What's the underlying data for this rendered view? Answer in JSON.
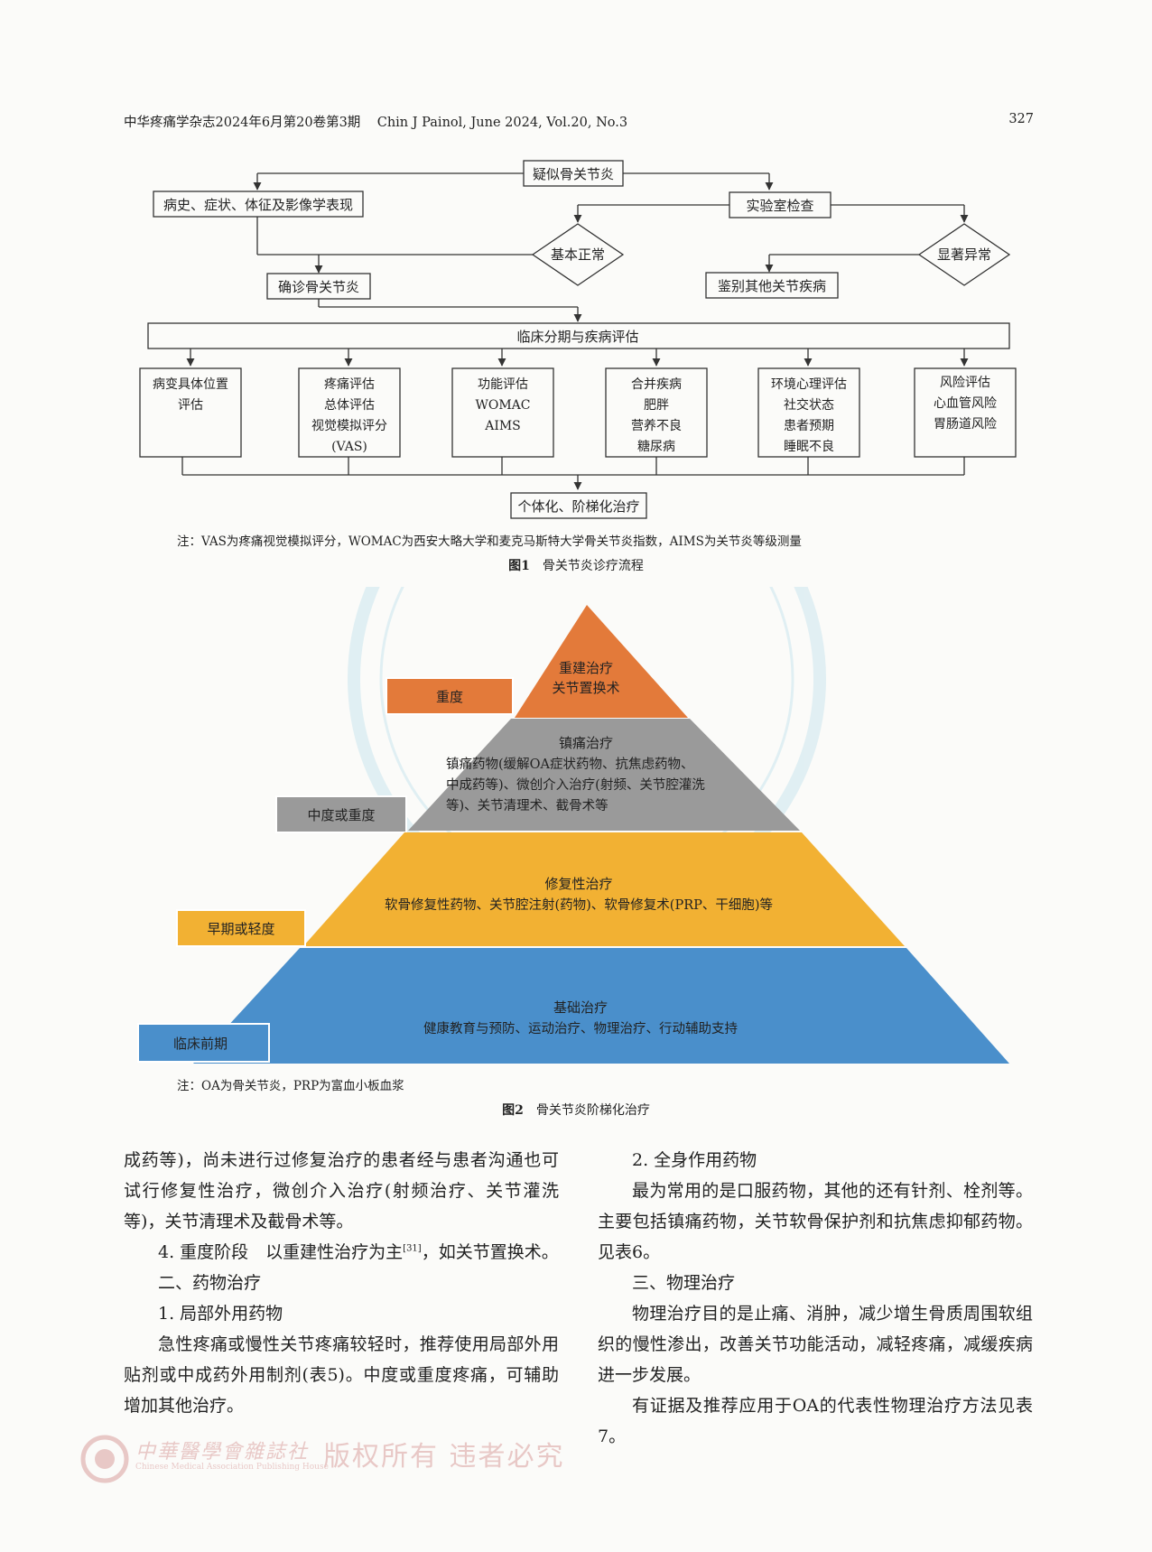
{
  "header": {
    "left": "中华疼痛学杂志2024年6月第20卷第3期    Chin J Painol, June 2024, Vol.20, No.3",
    "page_number": "327"
  },
  "figure1": {
    "start": "疑似骨关节炎",
    "history": "病史、症状、体征及影像学表现",
    "lab": "实验室检查",
    "normal": "基本正常",
    "abnormal": "显著异常",
    "confirm": "确诊骨关节炎",
    "differential": "鉴别其他关节疾病",
    "staging": "临床分期与疾病评估",
    "boxes": [
      {
        "lines": [
          "病变具体位置",
          "评估"
        ]
      },
      {
        "lines": [
          "疼痛评估",
          "总体评估",
          "视觉模拟评分",
          "(VAS)"
        ]
      },
      {
        "lines": [
          "功能评估",
          "WOMAC",
          "AIMS"
        ]
      },
      {
        "lines": [
          "合并疾病",
          "肥胖",
          "营养不良",
          "糖尿病"
        ]
      },
      {
        "lines": [
          "环境心理评估",
          "社交状态",
          "患者预期",
          "睡眠不良"
        ]
      },
      {
        "lines": [
          "风险评估",
          "心血管风险",
          "胃肠道风险"
        ]
      }
    ],
    "treatment": "个体化、阶梯化治疗",
    "note": "注：VAS为疼痛视觉模拟评分，WOMAC为西安大略大学和麦克马斯特大学骨关节炎指数，AIMS为关节炎等级测量",
    "caption_label": "图1",
    "caption_text": "骨关节炎诊疗流程"
  },
  "figure2": {
    "colors": {
      "orange": "#e37a3a",
      "gray": "#9a9a9a",
      "yellow": "#f2b133",
      "blue": "#4a8fcb"
    },
    "tiers": [
      {
        "stage": "重度",
        "title": "重建治疗",
        "lines": [
          "关节置换术"
        ]
      },
      {
        "stage": "中度或重度",
        "title": "镇痛治疗",
        "lines": [
          "镇痛药物(缓解OA症状药物、抗焦虑药物、",
          "中成药等)、微创介入治疗(射频、关节腔灌洗",
          "等)、关节清理术、截骨术等"
        ]
      },
      {
        "stage": "早期或轻度",
        "title": "修复性治疗",
        "lines": [
          "软骨修复性药物、关节腔注射(药物)、软骨修复术(PRP、干细胞)等"
        ]
      },
      {
        "stage": "临床前期",
        "title": "基础治疗",
        "lines": [
          "健康教育与预防、运动治疗、物理治疗、行动辅助支持"
        ]
      }
    ],
    "note": "注：OA为骨关节炎，PRP为富血小板血浆",
    "caption_label": "图2",
    "caption_text": "骨关节炎阶梯化治疗"
  },
  "text_left": [
    "成药等)，尚未进行过修复治疗的患者经与患者沟通也可试行修复性治疗，微创介入治疗(射频治疗、关节灌洗等)，关节清理术及截骨术等。",
    {
      "pre": "4. 重度阶段　以重建性治疗为主",
      "sup": "[31]",
      "post": "，如关节置换术。"
    },
    "二、药物治疗",
    "1. 局部外用药物",
    "急性疼痛或慢性关节疼痛较轻时，推荐使用局部外用贴剂或中成药外用制剂(表5)。中度或重度疼痛，可辅助增加其他治疗。"
  ],
  "text_right": [
    "2. 全身作用药物",
    "最为常用的是口服药物，其他的还有针剂、栓剂等。主要包括镇痛药物，关节软骨保护剂和抗焦虑抑郁药物。见表6。",
    "三、物理治疗",
    "物理治疗目的是止痛、消肿，减少增生骨质周围软组织的慢性渗出，改善关节功能活动，减轻疼痛，减缓疾病进一步发展。",
    "有证据及推荐应用于OA的代表性物理治疗方法见表7。"
  ],
  "footer": {
    "publisher_zh": "中華醫學會雜誌社",
    "publisher_en": "Chinese Medical Association Publishing House",
    "watermark": "版权所有 违者必究"
  }
}
